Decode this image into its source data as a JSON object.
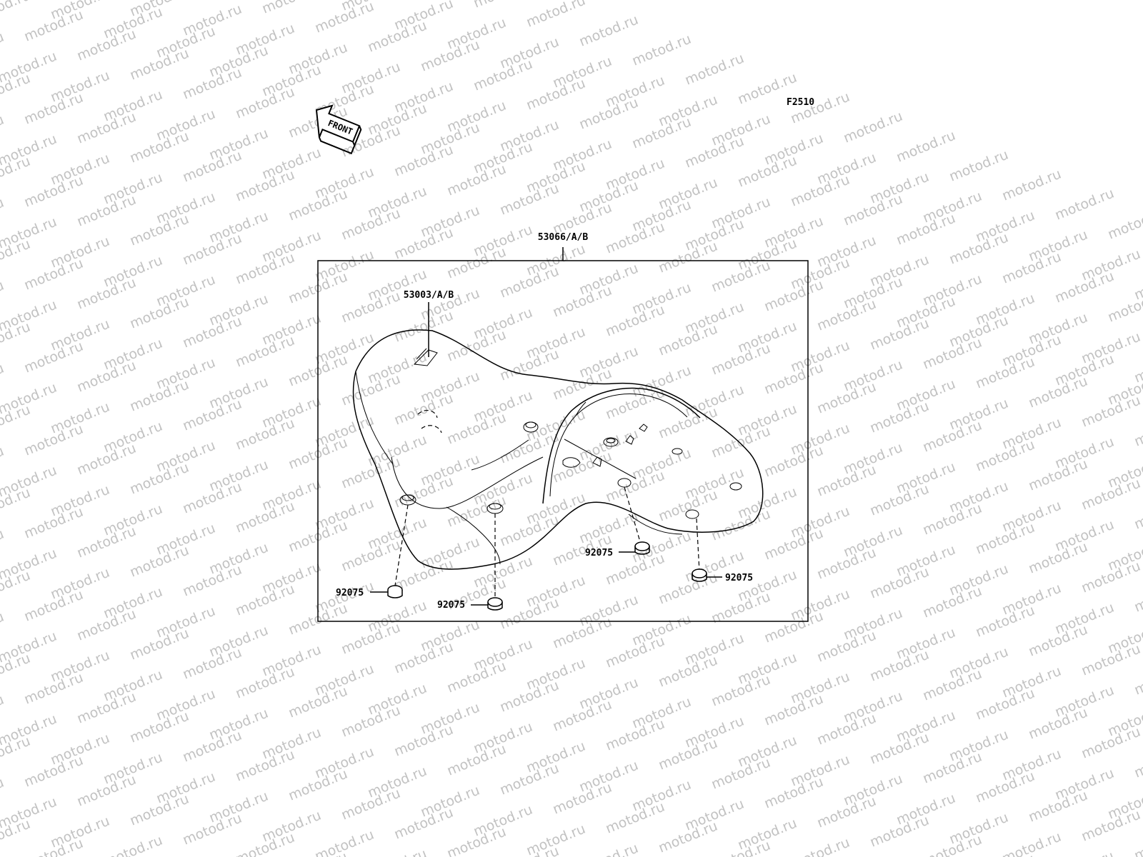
{
  "watermark": {
    "text": "motod.ru",
    "color": "#b8b8b8"
  },
  "figure_code": "F2510",
  "front_arrow": {
    "label": "FRONT"
  },
  "callouts": {
    "seat_assembly": "53066/A/B",
    "seat_cover": "53003/A/B",
    "damper_front_left": "92075",
    "damper_center": "92075",
    "damper_rear_middle": "92075",
    "damper_rear_right": "92075"
  }
}
